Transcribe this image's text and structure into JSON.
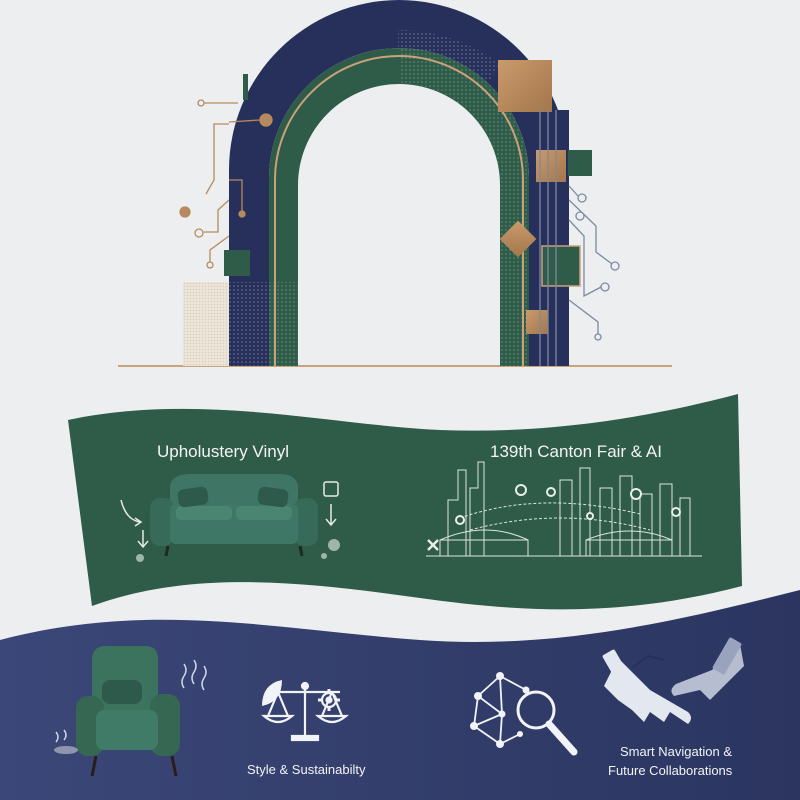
{
  "banner": {
    "upholstery_label": "Upholustery Vinyl",
    "canton_label": "139th Canton Fair & AI"
  },
  "footer": {
    "style_label": "Style & Sustainabilty",
    "smart_line1": "Smart Navigation &",
    "smart_line2": "Future Collaborations"
  },
  "colors": {
    "background": "#eceef0",
    "navy": "#27305a",
    "green": "#2f5b49",
    "bronze": "#b68a5e",
    "cream": "#e8e0d2"
  },
  "icons": [
    "arch-illustration",
    "sofa-icon",
    "city-skyline-icon",
    "armchair-icon",
    "scales-icon",
    "gear-icon",
    "network-search-icon",
    "handshake-icon"
  ]
}
